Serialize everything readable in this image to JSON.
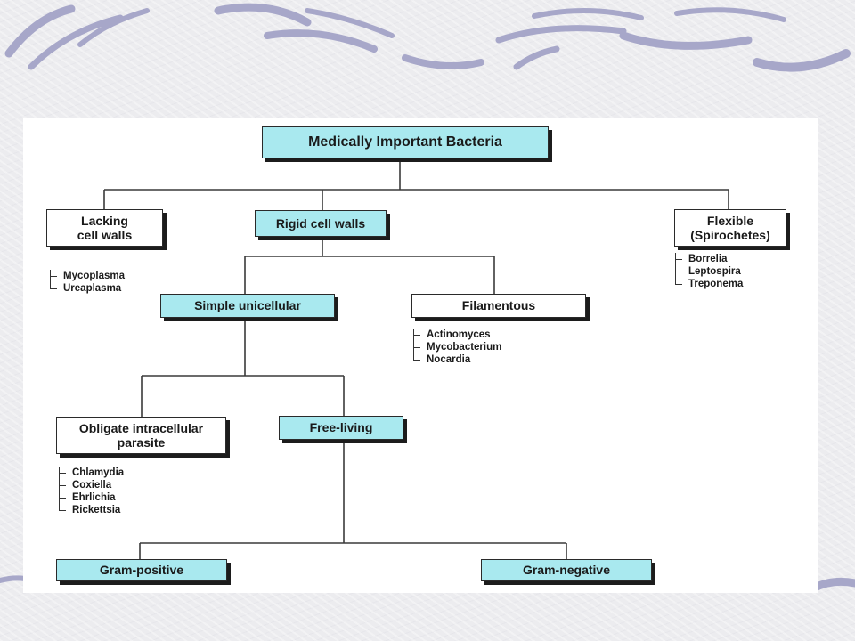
{
  "diagram": {
    "root": "Medically Important Bacteria",
    "level1": {
      "lacking": "Lacking\ncell walls",
      "rigid": "Rigid cell walls",
      "flexible": "Flexible\n(Spirochetes)"
    },
    "lacking_examples": [
      "Mycoplasma",
      "Ureaplasma"
    ],
    "flexible_examples": [
      "Borrelia",
      "Leptospira",
      "Treponema"
    ],
    "rigid_children": {
      "simple": "Simple unicellular",
      "filamentous": "Filamentous"
    },
    "filamentous_examples": [
      "Actinomyces",
      "Mycobacterium",
      "Nocardia"
    ],
    "simple_children": {
      "obligate": "Obligate intracellular\nparasite",
      "free": "Free-living"
    },
    "obligate_examples": [
      "Chlamydia",
      "Coxiella",
      "Ehrlichia",
      "Rickettsia"
    ],
    "free_children": {
      "gram_positive": "Gram-positive",
      "gram_negative": "Gram-negative"
    }
  },
  "colors": {
    "node_fill_highlight": "#a9e9ef",
    "node_fill_plain": "#ffffff",
    "line": "#3a3a3a",
    "decor_stroke": "#a7a7c9"
  }
}
